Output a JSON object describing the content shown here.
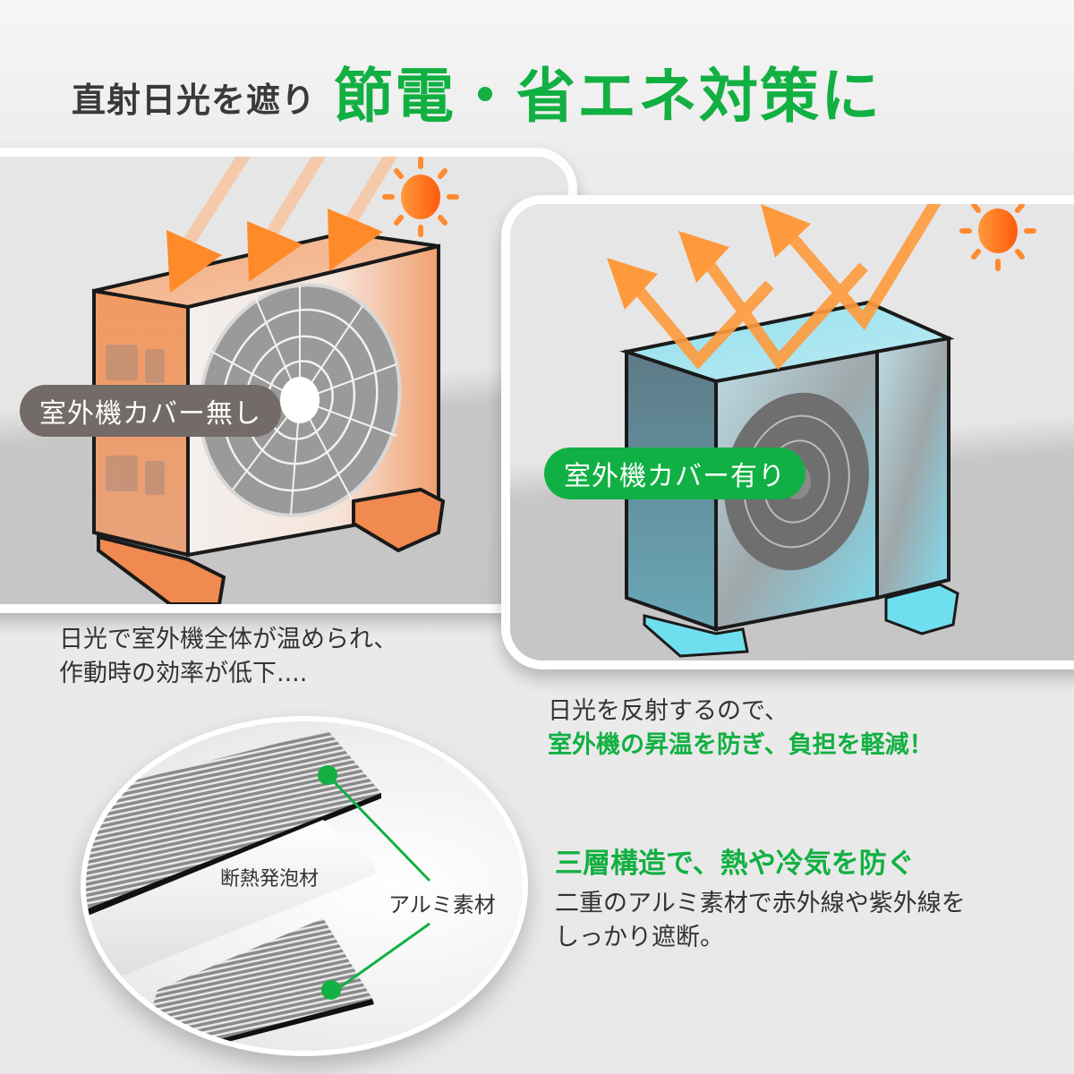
{
  "headline": {
    "sub": "直射日光を遮り",
    "main": "節電・省エネ対策に"
  },
  "left_panel": {
    "badge": "室外機カバー無し",
    "caption": [
      "日光で室外機全体が温められ、",
      "作動時の効率が低下...."
    ]
  },
  "right_panel": {
    "badge": "室外機カバー有り",
    "caption_normal": "日光を反射するので、",
    "caption_highlight": "室外機の昇温を防ぎ、負担を軽減！"
  },
  "material": {
    "foam_label": "断熱発泡材",
    "aluminum_label": "アルミ素材"
  },
  "feature": {
    "title": "三層構造で、熱や冷気を防ぐ",
    "body": [
      "二重のアルミ素材で赤外線や紫外線を",
      "しっかり遮断。"
    ]
  },
  "colors": {
    "brand_green": "#12b042",
    "badge_gray": "#736b68",
    "arrow_orange": "#ff9a3c",
    "sun_orange": "#ff6a10",
    "cover_blue": "#7fd6e6",
    "background": "#e8e8e8"
  },
  "icons": [
    "sun-icon",
    "arrow-down-icon",
    "arrow-reflect-icon",
    "leader-dot-icon"
  ]
}
